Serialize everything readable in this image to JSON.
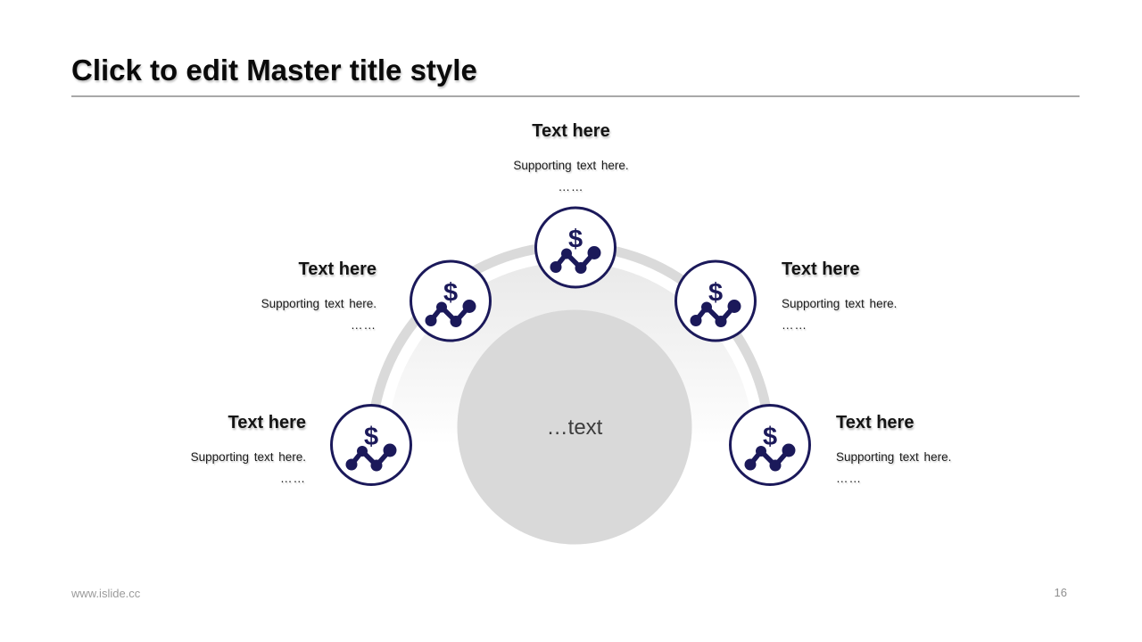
{
  "slide": {
    "title": "Click to edit Master title style",
    "footer": {
      "url": "www.islide.cc",
      "page_number": "16"
    }
  },
  "diagram": {
    "center_label": "…text",
    "icon": {
      "name": "dollar-line-chart",
      "glyph": "$"
    },
    "blocks": [
      {
        "position": "top",
        "heading": "Text here",
        "body": "Supporting text here.",
        "ellipsis": "……"
      },
      {
        "position": "upper-left",
        "heading": "Text here",
        "body": "Supporting text here.",
        "ellipsis": "……"
      },
      {
        "position": "upper-right",
        "heading": "Text here",
        "body": "Supporting text here.",
        "ellipsis": "……"
      },
      {
        "position": "lower-left",
        "heading": "Text here",
        "body": "Supporting text here.",
        "ellipsis": "……"
      },
      {
        "position": "lower-right",
        "heading": "Text here",
        "body": "Supporting text here.",
        "ellipsis": "……"
      }
    ]
  },
  "colors": {
    "navy": "#1b195a",
    "node_fill": "#ffffff",
    "center_circle_gray": "#d9d9d9",
    "ring_gray": "#dadada",
    "title_rule_gray": "#a8a8a8",
    "footer_text_gray": "#9a9a9a"
  }
}
